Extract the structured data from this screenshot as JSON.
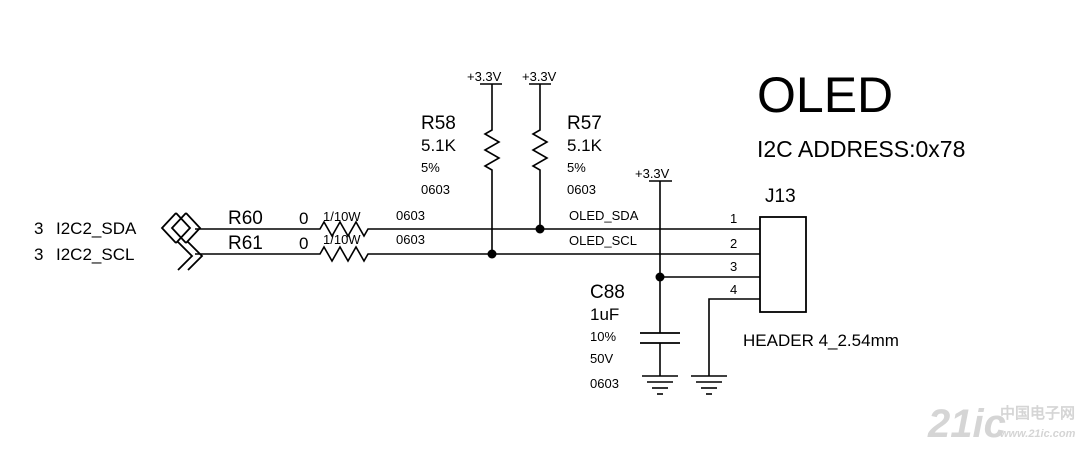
{
  "title": "OLED",
  "subtitle": "I2C ADDRESS:0x78",
  "ports": [
    {
      "num": "3",
      "name": "I2C2_SDA"
    },
    {
      "num": "3",
      "name": "I2C2_SCL"
    }
  ],
  "series_resistors": [
    {
      "ref": "R60",
      "value": "0",
      "power": "1/10W",
      "package": "0603"
    },
    {
      "ref": "R61",
      "value": "0",
      "power": "1/10W",
      "package": "0603"
    }
  ],
  "pullups": [
    {
      "ref": "R58",
      "value": "5.1K",
      "tolerance": "5%",
      "package": "0603",
      "rail": "+3.3V"
    },
    {
      "ref": "R57",
      "value": "5.1K",
      "tolerance": "5%",
      "package": "0603",
      "rail": "+3.3V"
    }
  ],
  "nets": {
    "sda": "OLED_SDA",
    "scl": "OLED_SCL"
  },
  "vcc_rail": "+3.3V",
  "capacitor": {
    "ref": "C88",
    "value": "1uF",
    "tolerance": "10%",
    "voltage": "50V",
    "package": "0603"
  },
  "connector": {
    "ref": "J13",
    "pins": [
      "1",
      "2",
      "3",
      "4"
    ],
    "description": "HEADER 4_2.54mm"
  },
  "watermark": {
    "logo": "21ic",
    "cn": "中国电子网",
    "url": "www.21ic.com"
  }
}
